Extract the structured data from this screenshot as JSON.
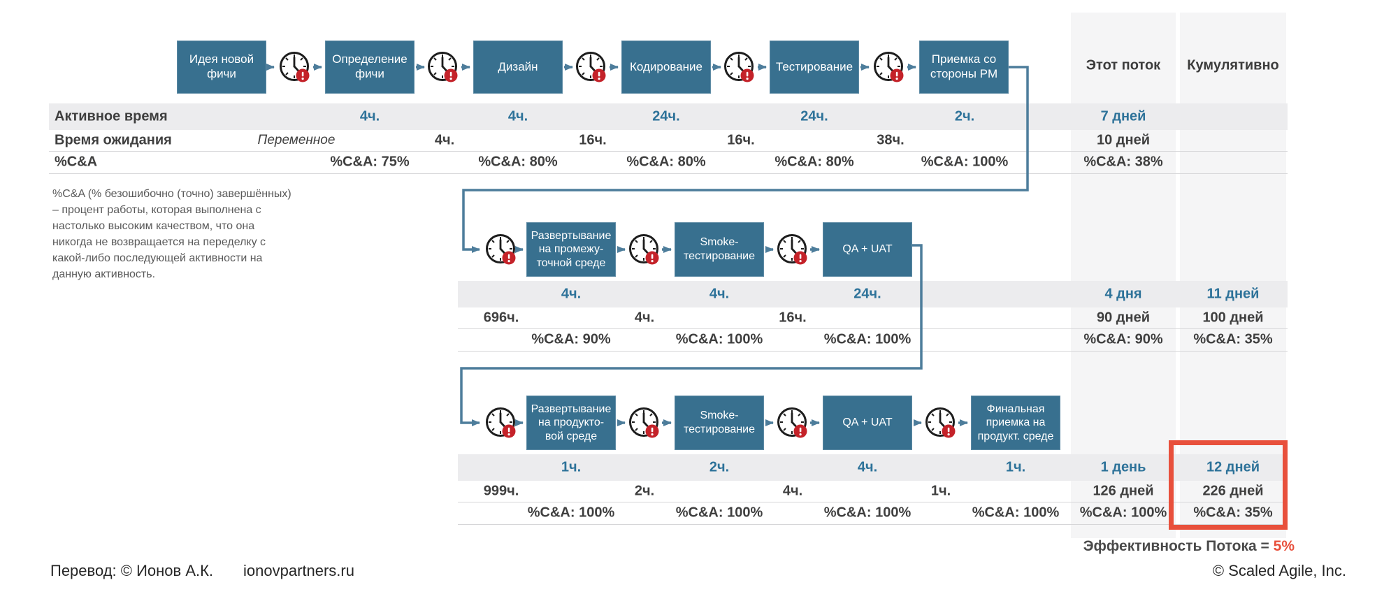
{
  "header": {
    "this_stream": "Этот поток",
    "cumulative": "Кумулятивно"
  },
  "row_labels": {
    "active": "Активное время",
    "wait": "Время ожидания",
    "ca": "%C&A"
  },
  "note": "%C&A (% безошибочно (точно) завершённых) – процент работы, которая выполнена с настолько высоким качеством, что она никогда не возвращается на переделку с какой-либо последующей активности на данную активность.",
  "flows": [
    {
      "boxes": [
        "Идея новой фичи",
        "Определение фичи",
        "Дизайн",
        "Кодирование",
        "Тестирование",
        "Приемка со стороны PM"
      ],
      "active": [
        "4ч.",
        "4ч.",
        "24ч.",
        "24ч.",
        "2ч."
      ],
      "wait": [
        "Переменное",
        "4ч.",
        "16ч.",
        "16ч.",
        "38ч."
      ],
      "ca": [
        "%C&A: 75%",
        "%C&A: 80%",
        "%C&A: 80%",
        "%C&A: 80%",
        "%C&A: 100%"
      ],
      "this_stream": {
        "active": "7 дней",
        "wait": "10 дней",
        "ca": "%C&A: 38%"
      }
    },
    {
      "boxes": [
        "Развертывание на промежу-точной среде",
        "Smoke-тестирование",
        "QA + UAT"
      ],
      "active": [
        "4ч.",
        "4ч.",
        "24ч."
      ],
      "wait": [
        "696ч.",
        "4ч.",
        "16ч."
      ],
      "ca": [
        "%C&A: 90%",
        "%C&A: 100%",
        "%C&A: 100%"
      ],
      "this_stream": {
        "active": "4 дня",
        "wait": "90 дней",
        "ca": "%C&A: 90%"
      },
      "cumulative": {
        "active": "11 дней",
        "wait": "100 дней",
        "ca": "%C&A: 35%"
      }
    },
    {
      "boxes": [
        "Развертывание на продукто-вой среде",
        "Smoke-тестирование",
        "QA + UAT",
        "Финальная приемка на продукт. среде"
      ],
      "active": [
        "1ч.",
        "2ч.",
        "4ч.",
        "1ч."
      ],
      "wait": [
        "999ч.",
        "2ч.",
        "4ч.",
        "1ч."
      ],
      "ca": [
        "%C&A: 100%",
        "%C&A: 100%",
        "%C&A: 100%",
        "%C&A: 100%"
      ],
      "this_stream": {
        "active": "1 день",
        "wait": "126 дней",
        "ca": "%C&A: 100%"
      },
      "cumulative": {
        "active": "12 дней",
        "wait": "226 дней",
        "ca": "%C&A: 35%"
      }
    }
  ],
  "efficiency": {
    "label": "Эффективность Потока",
    "eq": "=",
    "value": "5%"
  },
  "footer": {
    "translation": "Перевод: © Ионов А.К.",
    "site": "ionovpartners.ru",
    "copyright": "© Scaled Agile,  Inc."
  },
  "colors": {
    "box_fill": "#38708f",
    "accent_blue": "#2d7299",
    "highlight_red": "#e8503c",
    "text_dark": "#3f3f3f",
    "band_gray": "#ececee",
    "panel_gray": "#f5f5f6"
  }
}
